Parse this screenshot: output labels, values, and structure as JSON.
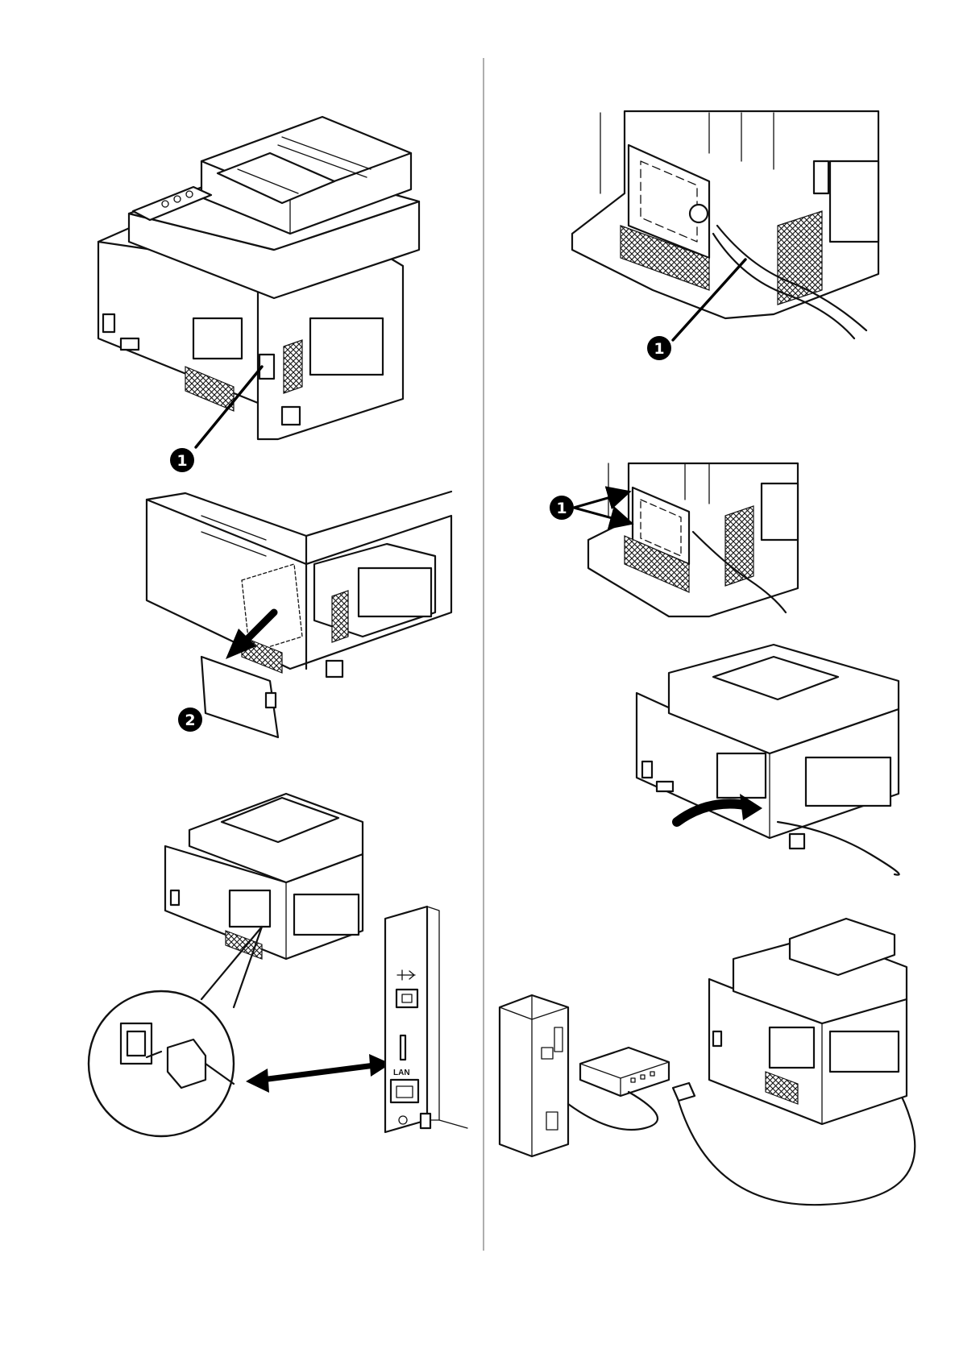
{
  "callouts": {
    "s1_one": "1",
    "s2_two": "2",
    "s4_one": "1",
    "s5_one": "1"
  },
  "port_labels": {
    "lan": "LAN"
  },
  "icons": [
    "usb-icon",
    "network-port-icon"
  ],
  "colors": {
    "ink": "#111111",
    "paper": "#ffffff",
    "divider": "#999999"
  }
}
